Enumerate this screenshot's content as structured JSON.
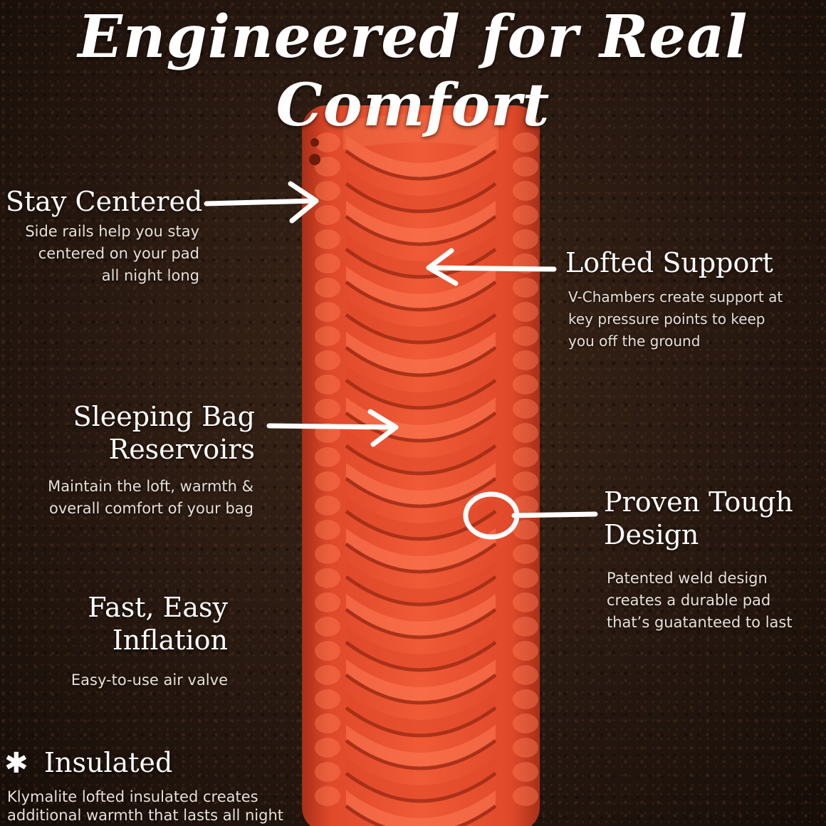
{
  "headline": "Engineered for Real Comfort",
  "features": {
    "stay_centered": {
      "title": "Stay Centered",
      "desc": [
        "Side rails help you stay",
        "centered on your pad",
        "all night long"
      ]
    },
    "lofted_support": {
      "title": "Lofted Support",
      "desc": [
        "V-Chambers create support at",
        "key pressure points to keep",
        "you off the ground"
      ]
    },
    "sleeping_bag": {
      "title": [
        "Sleeping Bag",
        "Reservoirs"
      ],
      "desc": [
        "Maintain the loft, warmth &",
        "overall comfort of your bag"
      ]
    },
    "proven_tough": {
      "title": [
        "Proven Tough",
        "Design"
      ],
      "desc": [
        "Patented weld design",
        "creates a durable pad",
        "that’s guatanteed to last"
      ]
    },
    "fast_easy": {
      "title": [
        "Fast, Easy",
        "Inflation"
      ],
      "desc": [
        "Easy-to-use air valve"
      ]
    },
    "insulated": {
      "title": "Insulated",
      "desc": [
        "Klymalite lofted insulated creates",
        "additional warmth that lasts all night"
      ]
    }
  },
  "colors": {
    "pad": "#e0492a",
    "pad_dark": "#8e2410",
    "pad_light": "#ff7a55",
    "text": "#ffffff",
    "background": "#2a1a12"
  },
  "icons": {
    "insulated_marker": "asterisk-star-icon"
  }
}
